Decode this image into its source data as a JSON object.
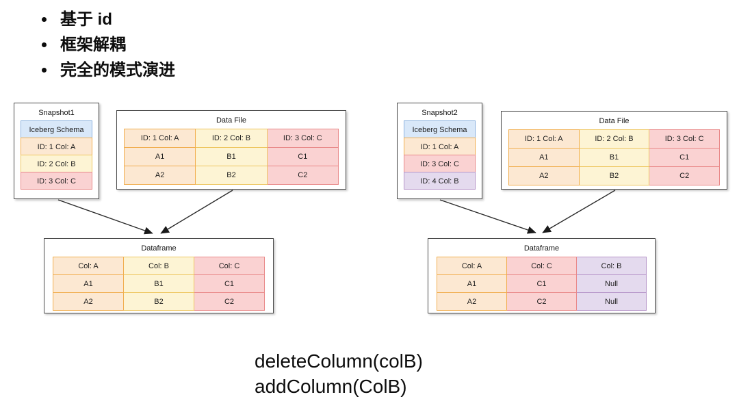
{
  "bullets": [
    "基于 id",
    "框架解耦",
    "完全的模式演进"
  ],
  "colors": {
    "blue_fill": "#d9e8f9",
    "blue_stroke": "#8cb1de",
    "orange_fill": "#fce8d2",
    "orange_stroke": "#f1ae4f",
    "yellow_fill": "#fdf4d4",
    "yellow_stroke": "#eec65f",
    "pink_fill": "#fad2d2",
    "pink_stroke": "#e98989",
    "purple_fill": "#e4daee",
    "purple_stroke": "#b695c9"
  },
  "left": {
    "snapshot": {
      "title": "Snapshot1",
      "cells": [
        {
          "label": "Iceberg Schema",
          "color": "blue"
        },
        {
          "label": "ID: 1 Col: A",
          "color": "orange"
        },
        {
          "label": "ID: 2 Col: B",
          "color": "yellow"
        },
        {
          "label": "ID: 3 Col: C",
          "color": "pink"
        }
      ]
    },
    "datafile": {
      "title": "Data File",
      "columns": [
        {
          "header": "ID: 1 Col: A",
          "rows": [
            "A1",
            "A2"
          ],
          "color": "orange"
        },
        {
          "header": "ID: 2 Col: B",
          "rows": [
            "B1",
            "B2"
          ],
          "color": "yellow"
        },
        {
          "header": "ID: 3 Col: C",
          "rows": [
            "C1",
            "C2"
          ],
          "color": "pink"
        }
      ]
    },
    "dataframe": {
      "title": "Dataframe",
      "columns": [
        {
          "header": "Col: A",
          "rows": [
            "A1",
            "A2"
          ],
          "color": "orange"
        },
        {
          "header": "Col: B",
          "rows": [
            "B1",
            "B2"
          ],
          "color": "yellow"
        },
        {
          "header": "Col: C",
          "rows": [
            "C1",
            "C2"
          ],
          "color": "pink"
        }
      ]
    }
  },
  "right": {
    "snapshot": {
      "title": "Snapshot2",
      "cells": [
        {
          "label": "Iceberg Schema",
          "color": "blue"
        },
        {
          "label": "ID: 1 Col: A",
          "color": "orange"
        },
        {
          "label": "ID: 3 Col: C",
          "color": "pink"
        },
        {
          "label": "ID: 4 Col: B",
          "color": "purple"
        }
      ]
    },
    "datafile": {
      "title": "Data File",
      "columns": [
        {
          "header": "ID: 1 Col: A",
          "rows": [
            "A1",
            "A2"
          ],
          "color": "orange"
        },
        {
          "header": "ID: 2 Col: B",
          "rows": [
            "B1",
            "B2"
          ],
          "color": "yellow"
        },
        {
          "header": "ID: 3 Col: C",
          "rows": [
            "C1",
            "C2"
          ],
          "color": "pink"
        }
      ]
    },
    "dataframe": {
      "title": "Dataframe",
      "columns": [
        {
          "header": "Col: A",
          "rows": [
            "A1",
            "A2"
          ],
          "color": "orange"
        },
        {
          "header": "Col: C",
          "rows": [
            "C1",
            "C2"
          ],
          "color": "pink"
        },
        {
          "header": "Col: B",
          "rows": [
            "Null",
            "Null"
          ],
          "color": "purple"
        }
      ]
    }
  },
  "footer": {
    "lines": [
      "deleteColumn(colB)",
      "addColumn(ColB)"
    ]
  }
}
